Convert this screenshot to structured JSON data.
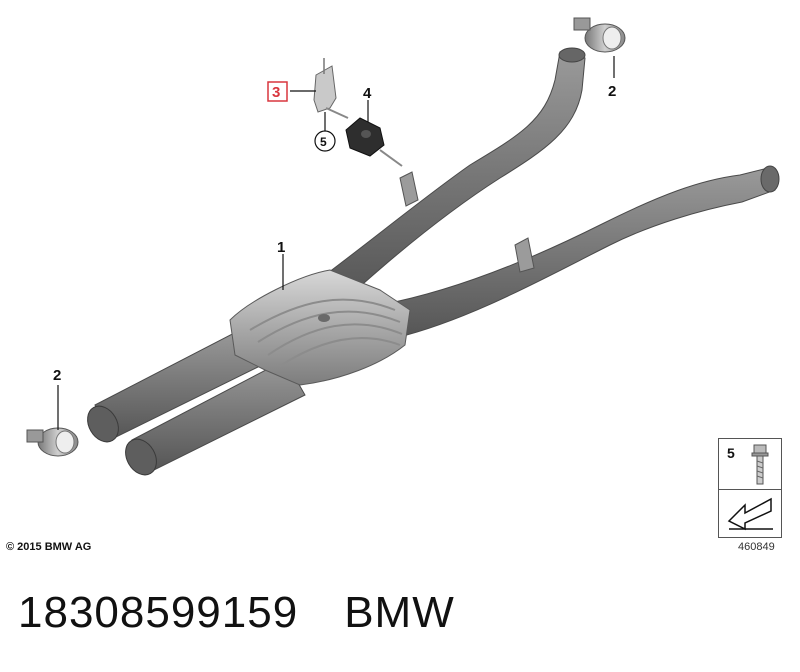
{
  "callouts": {
    "pipe": "1",
    "clamp_top": "2",
    "clamp_bottom": "2",
    "bracket": "3",
    "rubber_mount": "4",
    "bolt": "5"
  },
  "kit_box": {
    "number": "5"
  },
  "copyright": "© 2015 BMW AG",
  "diagram_number": "460849",
  "footer": {
    "part_number": "18308599159",
    "brand": "BMW"
  },
  "colors": {
    "highlight": "#d9363e",
    "pipe": "#7c7c7c",
    "pipe_dark": "#5a5a5a",
    "pipe_light": "#a8a8a8"
  }
}
